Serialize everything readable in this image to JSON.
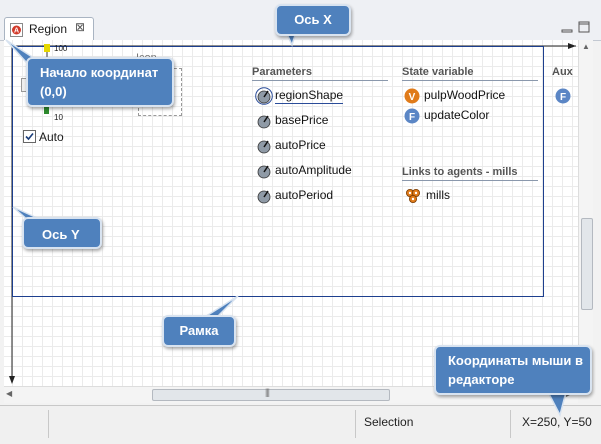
{
  "tab": {
    "title": "Region",
    "icon": "model-agent-icon",
    "close_icon": "close-icon"
  },
  "window_controls": {
    "minimize_icon": "minimize-icon",
    "maximize_icon": "maximize-icon"
  },
  "palette": {
    "slider_max": "100",
    "slider_min": "10",
    "icon_placeholder": "Icon",
    "auto_label": "Auto",
    "auto_checked": true
  },
  "sections": {
    "parameters": {
      "title": "Parameters",
      "items": [
        "regionShape",
        "basePrice",
        "autoPrice",
        "autoAmplitude",
        "autoPeriod"
      ]
    },
    "state_variable": {
      "title": "State variable",
      "items": [
        "pulpWoodPrice",
        "updateColor"
      ]
    },
    "aux": {
      "title": "Aux"
    },
    "links": {
      "title": "Links to agents - mills",
      "items": [
        "mills"
      ]
    }
  },
  "status_bar": {
    "mode": "Selection",
    "coordinates": "X=250, Y=50"
  },
  "callouts": {
    "x_axis": "Ось X",
    "origin": "Начало координат (0,0)",
    "y_axis": "Ось Y",
    "frame": "Рамка",
    "mouse_coords": "Координаты мыши в редакторе"
  },
  "colors": {
    "callout": "#4f81bd",
    "frame": "#1d3f8e",
    "accent_orange": "#e07b1a",
    "accent_blue": "#5b86c5",
    "slider_green": "#2e8b2e",
    "slider_yellow": "#e6d800"
  }
}
